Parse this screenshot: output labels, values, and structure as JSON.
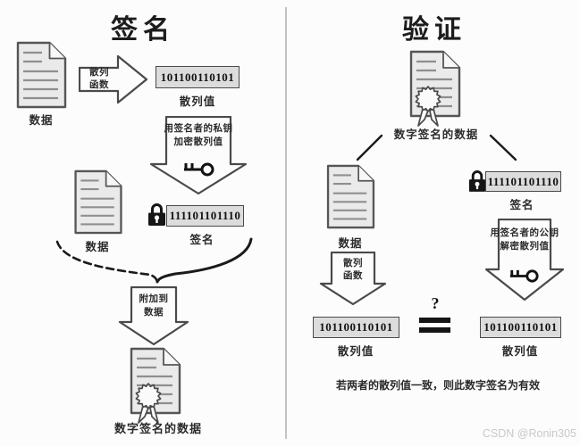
{
  "left": {
    "title": "签名",
    "doc1_label": "数据",
    "hash_fn_line1": "散列",
    "hash_fn_line2": "函数",
    "hash_value": "101100110101",
    "hash_label": "散列值",
    "encrypt_line1": "用签名者的私钥",
    "encrypt_line2": "加密散列值",
    "signature_value": "111101101110",
    "signature_label": "签名",
    "doc2_label": "数据",
    "attach_line1": "附加到",
    "attach_line2": "数据",
    "signed_doc_label": "数字签名的数据"
  },
  "right": {
    "title": "验证",
    "signed_doc_label": "数字签名的数据",
    "doc_label": "数据",
    "signature_value": "111101101110",
    "signature_label": "签名",
    "hash_fn_line1": "散列",
    "hash_fn_line2": "函数",
    "decrypt_line1": "用签名者的公钥",
    "decrypt_line2": "解密散列值",
    "hash_left_value": "101100110101",
    "hash_left_label": "散列值",
    "hash_right_value": "101100110101",
    "hash_right_label": "散列值",
    "question_mark": "?",
    "conclusion": "若两者的散列值一致，则此数字签名为有效"
  },
  "watermark": "CSDN @Ronin305"
}
